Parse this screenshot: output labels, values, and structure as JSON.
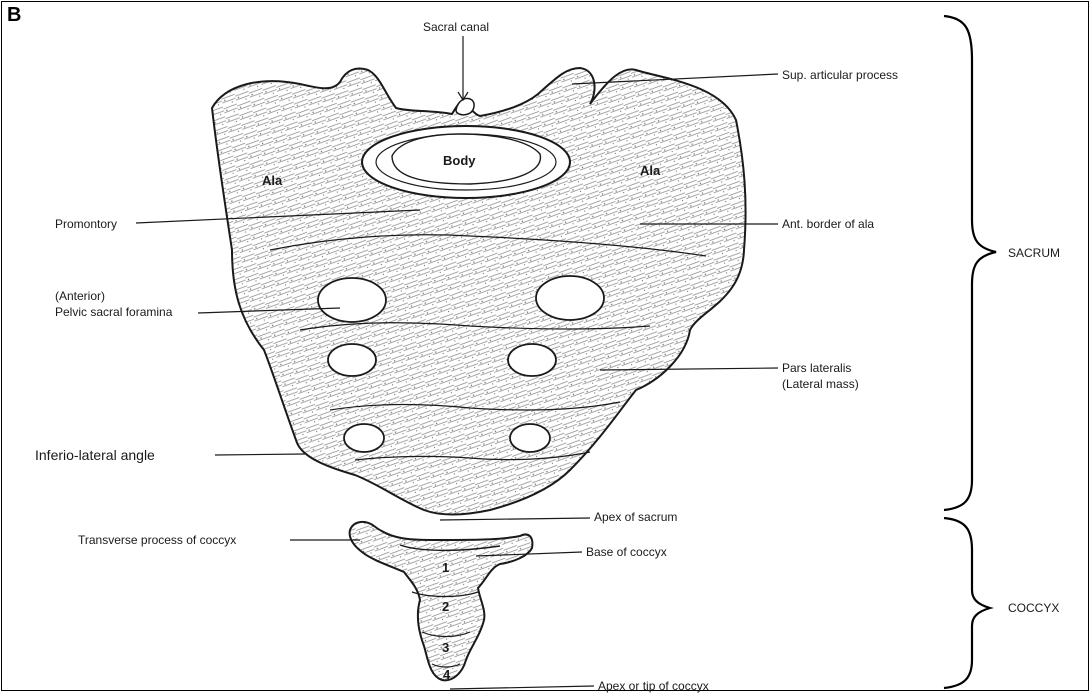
{
  "panel_letter": "B",
  "labels": {
    "sacral_canal": "Sacral canal",
    "sup_articular_process": "Sup. articular process",
    "body": "Body",
    "ala_left": "Ala",
    "ala_right": "Ala",
    "promontory": "Promontory",
    "ant_border_of_ala": "Ant. border of ala",
    "pelvic_foramina_line1": "(Anterior)",
    "pelvic_foramina_line2": "Pelvic sacral foramina",
    "pars_lateralis_line1": "Pars lateralis",
    "pars_lateralis_line2": "(Lateral mass)",
    "inferio_lateral_angle": "Inferio-lateral angle",
    "apex_of_sacrum": "Apex of sacrum",
    "transverse_process_of_coccyx": "Transverse process of coccyx",
    "base_of_coccyx": "Base of coccyx",
    "apex_or_tip_of_coccyx": "Apex or tip of coccyx",
    "sacrum": "SACRUM",
    "coccyx": "COCCYX",
    "seg1": "1",
    "seg2": "2",
    "seg3": "3",
    "seg4": "4"
  },
  "colors": {
    "ink": "#1a1a1a",
    "stipple": "#8a8a8a",
    "background": "#ffffff"
  }
}
